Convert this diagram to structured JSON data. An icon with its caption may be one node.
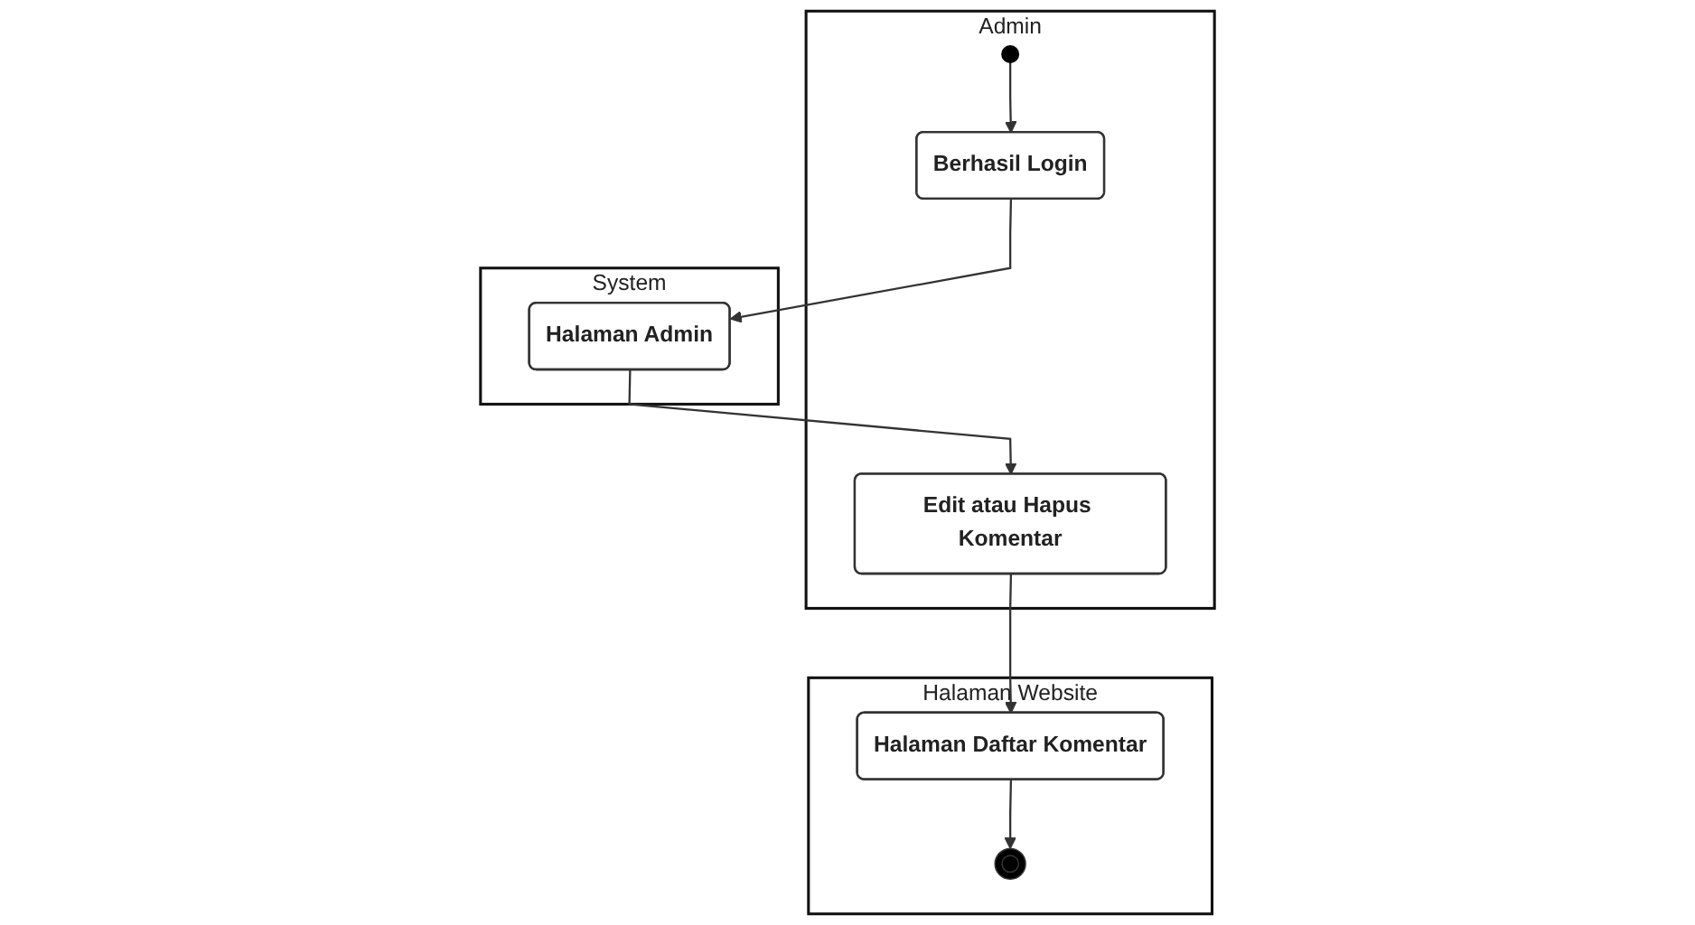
{
  "diagram": {
    "nodes": [
      {
        "text": [
          "Admin"
        ]
      },
      {
        "text": [
          "System"
        ]
      },
      {
        "text": [
          "Halaman Website"
        ]
      },
      {
        "text": [],
        "shape": "circle",
        "in": 0
      },
      {
        "text": [
          "Berhasil Login"
        ],
        "in": 0
      },
      {
        "text": [
          "Halaman Admin"
        ],
        "in": 1
      },
      {
        "text": [
          "Edit atau Hapus Komentar"
        ],
        "in": 0
      },
      {
        "text": [
          "Halaman Daftar Komentar"
        ],
        "in": 2
      },
      {
        "text": [],
        "shape": "circle",
        "in": 2
      }
    ],
    "edges": [
      {
        "from": 3,
        "to": 4,
        "arrow": "to"
      },
      {
        "from": 4,
        "to": 5,
        "arrow": "to"
      },
      {
        "from": 5,
        "to": 6,
        "arrow": "to"
      },
      {
        "from": 6,
        "to": 7,
        "arrow": "to"
      },
      {
        "from": 7,
        "to": 8,
        "arrow": "to"
      }
    ]
  }
}
